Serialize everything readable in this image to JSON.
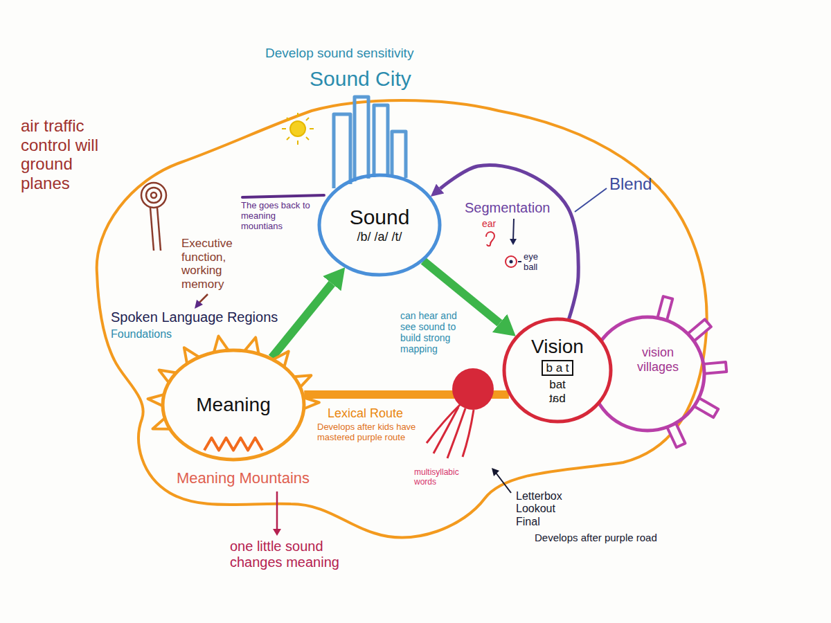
{
  "diagram": {
    "nodes": [
      {
        "text": [
          "Sound",
          "/b/ /a/ /t/"
        ]
      },
      {
        "text": [
          "Meaning"
        ]
      },
      {
        "text": [
          "Vision",
          "b a t",
          "bat",
          "bat"
        ]
      },
      {
        "text": [
          "vision villages"
        ]
      }
    ],
    "edges": [
      {
        "from": 1,
        "to": 0,
        "arrow": "to"
      },
      {
        "from": 0,
        "to": 2,
        "arrow": "to",
        "label": "can hear and see sound to build strong mapping"
      },
      {
        "from": 2,
        "to": 0,
        "arrow": "to",
        "label": "Segmentation"
      },
      {
        "from": 1,
        "to": 2,
        "arrow": "none",
        "label": "Lexical Route"
      }
    ],
    "labels": [
      "Develop sound sensitivity",
      "Sound City",
      "air traffic control will ground planes",
      "Executive function, working memory",
      "The goes back to meaning mountians",
      "Spoken Language Regions",
      "Foundations",
      "ear",
      "eye ball",
      "Blend",
      "Meaning Mountains",
      "one little sound changes meaning",
      "Develops after kids have mastered purple route",
      "multisyllabic words",
      "Letterbox Lookout Final",
      "Develops after purple road"
    ]
  }
}
